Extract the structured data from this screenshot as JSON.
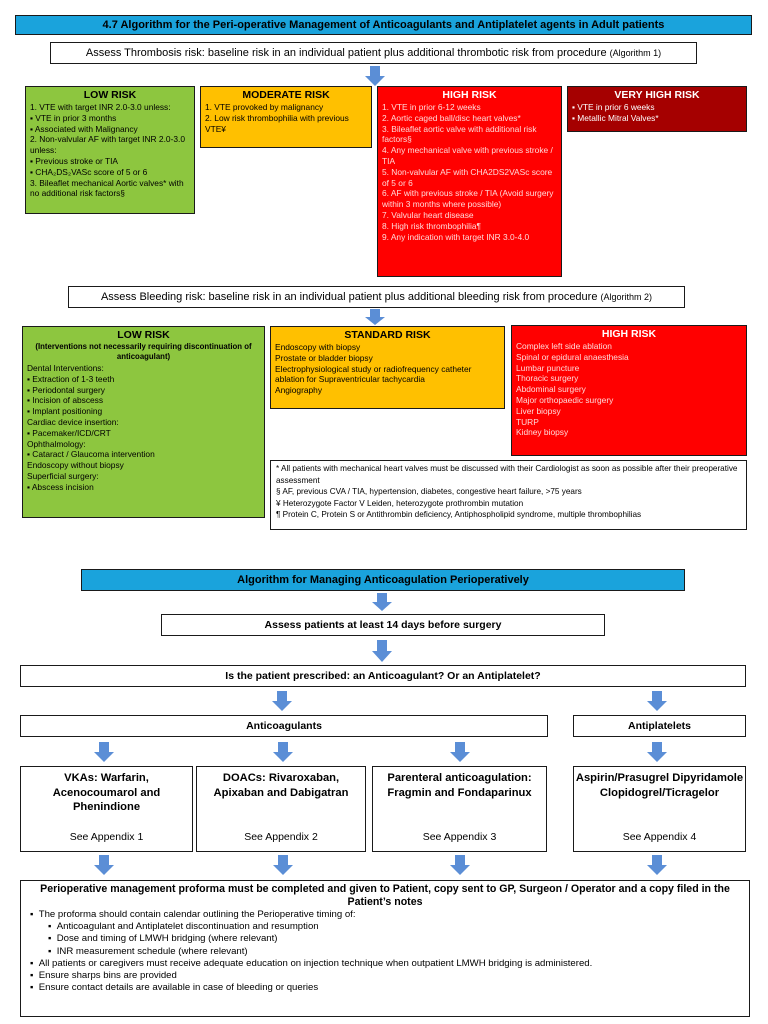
{
  "title": "4.7 Algorithm for the Peri-operative Management of Anticoagulants and Antiplatelet agents in Adult patients",
  "thrombosis_assess": {
    "main": "Assess Thrombosis risk: baseline risk in an individual patient plus additional thrombotic risk from procedure",
    "ref": "(Algorithm 1)"
  },
  "thrombosis_risk": {
    "low": {
      "title": "LOW RISK",
      "lines": [
        "1. VTE with target INR 2.0-3.0 unless:",
        "▪ VTE in prior 3 months",
        "▪ Associated with Malignancy",
        "2. Non-valvular AF with target INR 2.0-3.0 unless:",
        "▪ Previous stroke or TIA",
        "▪ CHA₂DS₂VASc score of 5 or 6",
        "3. Bileaflet mechanical Aortic valves* with no additional risk factors§"
      ]
    },
    "moderate": {
      "title": "MODERATE RISK",
      "lines": [
        "1. VTE provoked by malignancy",
        "2. Low risk thrombophilia with previous VTE¥"
      ]
    },
    "high": {
      "title": "HIGH RISK",
      "lines": [
        "1. VTE in prior 6-12 weeks",
        "2. Aortic caged ball/disc heart valves*",
        "3. Bileaflet aortic valve with additional risk factors§",
        "4. Any mechanical valve with previous stroke / TIA",
        "5. Non-valvular AF with CHA2DS2VASc score of 5 or 6",
        "6. AF with previous stroke / TIA (Avoid surgery within 3 months where possible)",
        "7. Valvular heart disease",
        "8. High risk thrombophilia¶",
        "9. Any indication with target INR 3.0-4.0"
      ]
    },
    "very_high": {
      "title": "VERY HIGH RISK",
      "lines": [
        "▪ VTE in prior 6 weeks",
        "▪ Metallic Mitral Valves*"
      ]
    }
  },
  "bleeding_assess": {
    "main": "Assess Bleeding risk: baseline risk in an individual patient plus additional bleeding risk from procedure",
    "ref": "(Algorithm 2)"
  },
  "bleeding_risk": {
    "low": {
      "title": "LOW RISK",
      "subtitle": "(Interventions not necessarily requiring discontinuation of anticoagulant)",
      "lines": [
        "Dental Interventions:",
        "▪ Extraction of 1-3 teeth",
        "▪ Periodontal surgery",
        "▪ Incision of abscess",
        "▪ Implant positioning",
        "Cardiac device insertion:",
        "▪    Pacemaker/ICD/CRT",
        "Ophthalmology:",
        "▪ Cataract / Glaucoma intervention",
        "Endoscopy without biopsy",
        "Superficial surgery:",
        "▪ Abscess incision"
      ]
    },
    "standard": {
      "title": "STANDARD RISK",
      "lines": [
        "Endoscopy with biopsy",
        "Prostate or bladder biopsy",
        "Electrophysiological study or radiofrequency catheter ablation for Supraventricular tachycardia",
        "Angiography"
      ]
    },
    "high": {
      "title": "HIGH RISK",
      "lines": [
        "Complex left side ablation",
        "Spinal or epidural anaesthesia",
        "Lumbar puncture",
        "Thoracic surgery",
        "Abdominal surgery",
        "Major orthopaedic surgery",
        "Liver biopsy",
        "TURP",
        "Kidney biopsy"
      ]
    }
  },
  "footnotes": [
    "* All patients with mechanical heart valves must be discussed with their Cardiologist as soon as possible after their preoperative assessment",
    "§ AF, previous CVA / TIA, hypertension, diabetes, congestive heart failure, >75 years",
    "¥ Heterozygote Factor V Leiden, heterozygote prothrombin mutation",
    "¶ Protein C, Protein S or Antithrombin deficiency, Antiphospholipid syndrome, multiple thrombophilias"
  ],
  "algorithm2_title": "Algorithm for Managing Anticoagulation Perioperatively",
  "assess14": "Assess patients at least 14 days before surgery",
  "question": "Is the patient prescribed: an Anticoagulant? Or an Antiplatelet?",
  "anticoagulants_label": "Anticoagulants",
  "antiplatelets_label": "Antiplatelets",
  "drugs": [
    {
      "name": "VKAs: Warfarin, Acenocoumarol and Phenindione",
      "appendix": "See Appendix 1"
    },
    {
      "name": "DOACs: Rivaroxaban, Apixaban and Dabigatran",
      "appendix": "See Appendix 2"
    },
    {
      "name": "Parenteral anticoagulation: Fragmin and Fondaparinux",
      "appendix": "See Appendix 3"
    },
    {
      "name": "Aspirin/Prasugrel Dipyridamole Clopidogrel/Ticragelor",
      "appendix": "See Appendix 4"
    }
  ],
  "proforma": {
    "heading": "Perioperative management proforma must be completed and given to Patient, copy sent to GP, Surgeon / Operator and a copy filed in the Patient’s notes",
    "items": [
      {
        "text": "The proforma should contain calendar outlining the Perioperative timing of:",
        "level": 1
      },
      {
        "text": "Anticoagulant and Antiplatelet discontinuation and resumption",
        "level": 2
      },
      {
        "text": "Dose and timing of LMWH bridging (where relevant)",
        "level": 2
      },
      {
        "text": "INR measurement schedule (where relevant)",
        "level": 2
      },
      {
        "text": "All patients or caregivers must receive adequate education on injection technique when outpatient LMWH bridging is administered.",
        "level": 1
      },
      {
        "text": "Ensure sharps bins are provided",
        "level": 1
      },
      {
        "text": "Ensure contact details are available in case of bleeding or queries",
        "level": 1
      }
    ]
  },
  "colors": {
    "header_blue": "#1aa3dc",
    "arrow_blue": "#5b8ed6",
    "low_green": "#8dc63f",
    "moderate_amber": "#ffc000",
    "high_red": "#ff0000",
    "very_high_darkred": "#a50000"
  }
}
